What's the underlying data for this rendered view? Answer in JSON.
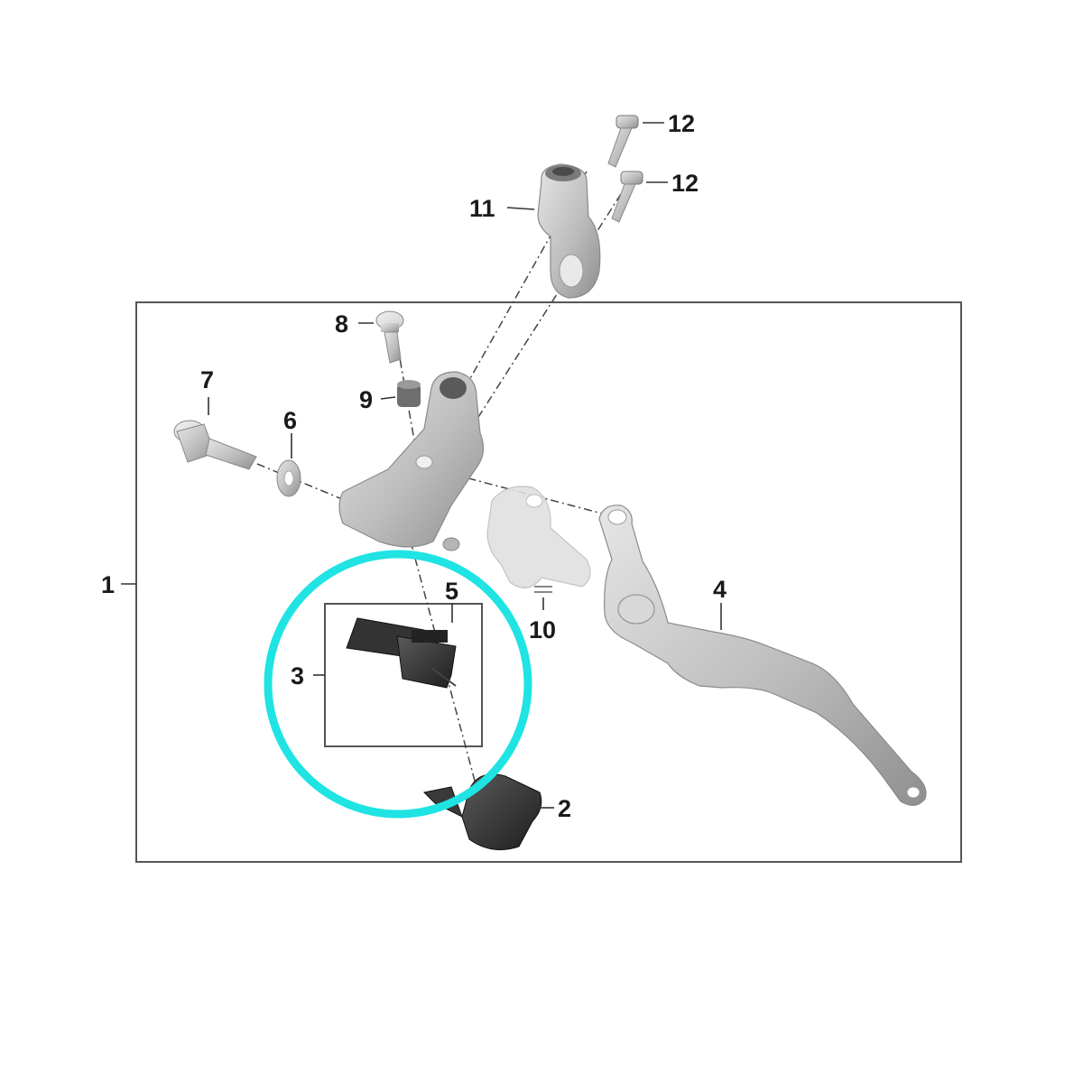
{
  "callouts": {
    "c1": "1",
    "c2": "2",
    "c3": "3",
    "c4": "4",
    "c5": "5",
    "c6": "6",
    "c7": "7",
    "c8": "8",
    "c9": "9",
    "c10": "10",
    "c11": "11",
    "c12a": "12",
    "c12b": "12"
  },
  "colors": {
    "highlight_ring": "#20e3e3",
    "part_metal": "#c9c9c9",
    "part_dark": "#2b2b2b",
    "frame": "#555555"
  }
}
